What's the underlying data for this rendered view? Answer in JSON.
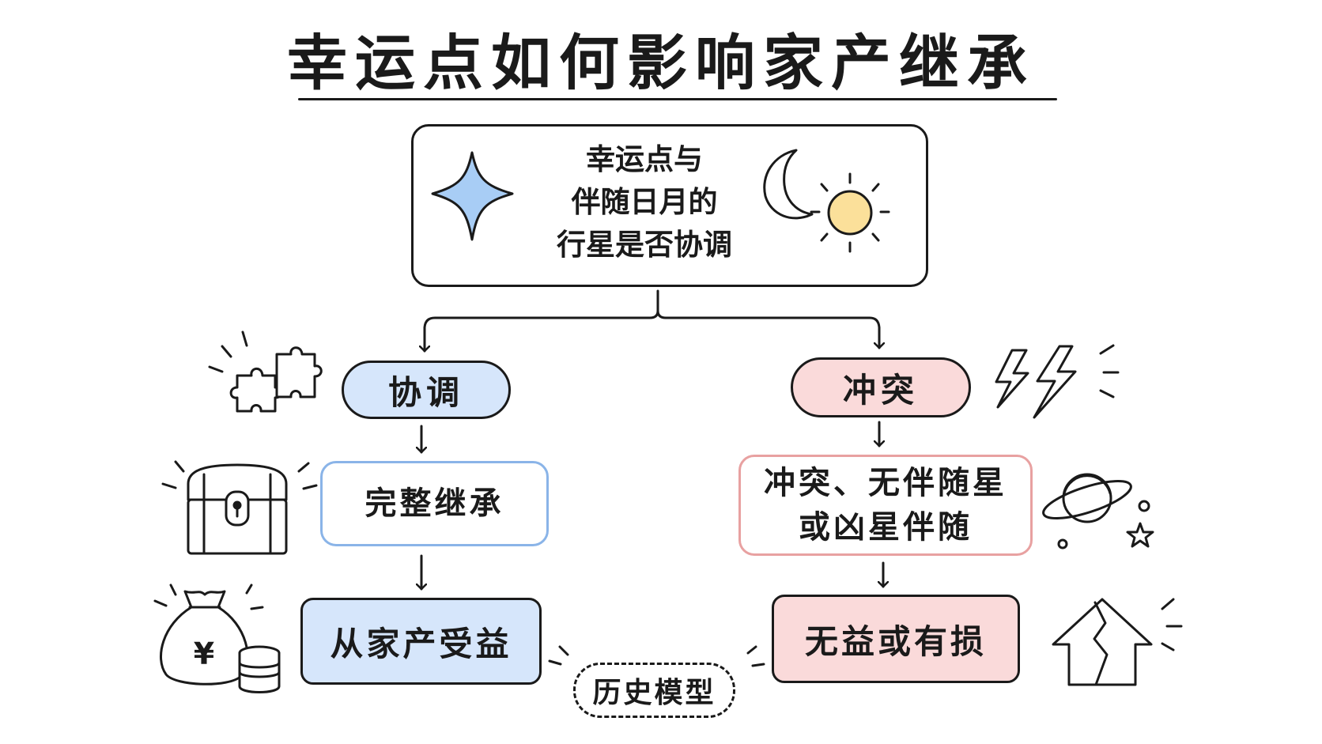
{
  "title": "幸运点如何影响家产继承",
  "top_box": {
    "lines": [
      "幸运点与",
      "伴随日月的",
      "行星是否协调"
    ]
  },
  "branches": {
    "harmony": {
      "label": "协调",
      "condition": "完整继承",
      "outcome": "从家产受益"
    },
    "conflict": {
      "label": "冲突",
      "condition_lines": [
        "冲突、无伴随星",
        "或凶星伴随"
      ],
      "outcome": "无益或有损"
    }
  },
  "footer_tag": "历史模型",
  "icons": {
    "star": "four-point-star-icon",
    "moon": "crescent-moon-icon",
    "sun": "sun-icon",
    "puzzle": "puzzle-pieces-icon",
    "lightning": "lightning-bolts-icon",
    "chest": "treasure-chest-icon",
    "planet": "ringed-planet-icon",
    "moneybag": "money-bag-icon",
    "yen_symbol": "¥",
    "house": "cracked-house-icon"
  },
  "colors": {
    "harmony_fill": "#d6e6fb",
    "harmony_border": "#8ab4e8",
    "conflict_fill": "#fadada",
    "conflict_border": "#e8a1a1",
    "star_fill": "#a8cdf5",
    "sun_fill": "#fbe09a"
  }
}
